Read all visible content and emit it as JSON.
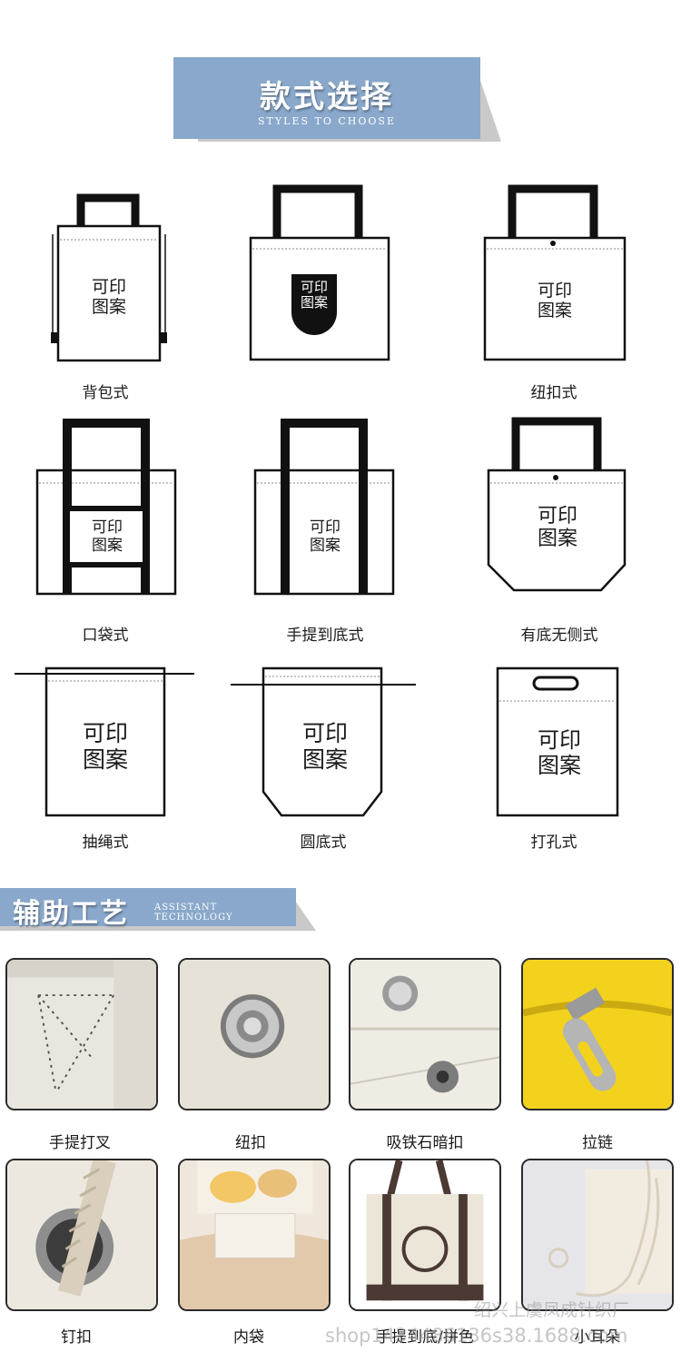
{
  "header": {
    "title": "款式选择",
    "subtitle": "STYLES TO CHOOSE"
  },
  "print_text": [
    "可印",
    "图案"
  ],
  "styles": [
    {
      "label": "背包式"
    },
    {
      "label": ""
    },
    {
      "label": "纽扣式"
    },
    {
      "label": "口袋式"
    },
    {
      "label": "手提到底式"
    },
    {
      "label": "有底无侧式"
    },
    {
      "label": "抽绳式"
    },
    {
      "label": "圆底式"
    },
    {
      "label": "打孔式"
    }
  ],
  "assist": {
    "title": "辅助工艺",
    "subtitle": "ASSISTANT TECHNOLOGY"
  },
  "crafts": [
    {
      "label": "手提打叉",
      "icon": "stitch-cross-photo"
    },
    {
      "label": "纽扣",
      "icon": "snap-button-photo"
    },
    {
      "label": "吸铁石暗扣",
      "icon": "magnetic-snap-photo"
    },
    {
      "label": "拉链",
      "icon": "zipper-photo"
    },
    {
      "label": "钉扣",
      "icon": "grommet-rope-photo"
    },
    {
      "label": "内袋",
      "icon": "inner-pocket-photo"
    },
    {
      "label": "手提到底/拼色",
      "icon": "two-tone-tote-photo"
    },
    {
      "label": "小耳朵",
      "icon": "drawstring-ears-photo"
    }
  ],
  "watermark": {
    "line1": "绍兴上虞凤成针织厂",
    "line2": "shop1434486136s38.1688.com"
  },
  "colors": {
    "banner": "#89a8cb",
    "banner_shadow": "#c9c9c9",
    "outline": "#1a1a1a"
  }
}
